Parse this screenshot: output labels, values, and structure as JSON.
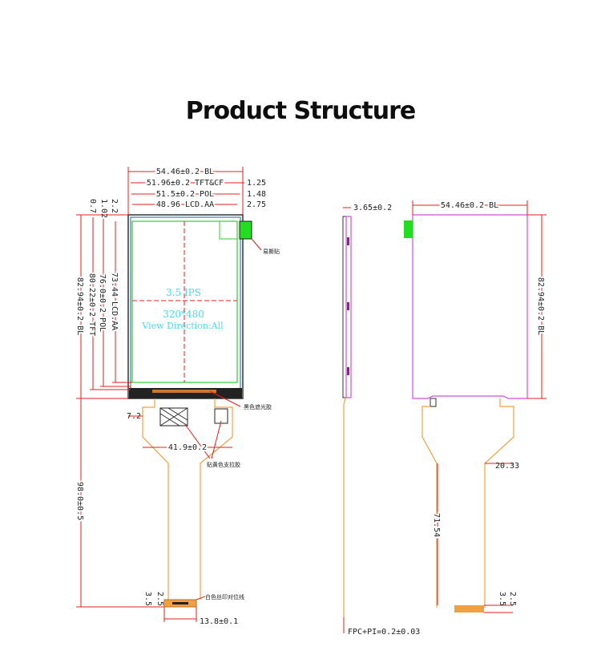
{
  "title": "Product Structure",
  "front_view": {
    "dims_top": [
      "54.46±0.2  BL",
      "51.96±0.2  TFT&CF",
      "51.5±0.2  POL",
      "48.96  LCD.AA"
    ],
    "dims_top_right": [
      "1.25",
      "1.48",
      "2.75"
    ],
    "dims_left_top": [
      "0.7",
      "1.02",
      "2.2"
    ],
    "dims_left": [
      "82.94±0.2  BL",
      "80.22±0.2  TFT",
      "76.0±0.2  POL",
      "73.44  LCD.AA"
    ],
    "screen_text": [
      "3.5  IPS",
      "320*480",
      "View Direction:All"
    ],
    "fpc_dims": {
      "width": "41.9±0.2",
      "offset": "7.2",
      "length": "98.0±0.5",
      "tail": "13.8±0.1",
      "tail_a": "3.5",
      "tail_b": "2.5"
    },
    "notes": {
      "easy_tear": "易撕贴",
      "black_tape": "黑色遮光胶",
      "yellow_tape": "贴黄色支拉胶",
      "white_line": "白色丝印对位线"
    }
  },
  "side_view": {
    "thickness": "3.65±0.2",
    "fpc": "FPC+PI=0.2±0.03"
  },
  "back_view": {
    "width": "54.46±0.2  BL",
    "height": "82.94±0.2  BL",
    "fpc_width": "20.33",
    "fpc_length": "71.54",
    "tail_a": "3.5",
    "tail_b": "2.5"
  },
  "colors": {
    "dimension": "#e02020",
    "backlight": "#d050d8",
    "fpc": "#f0a040",
    "active_area": "#33cc33",
    "screen_text": "#4fd8e8"
  }
}
